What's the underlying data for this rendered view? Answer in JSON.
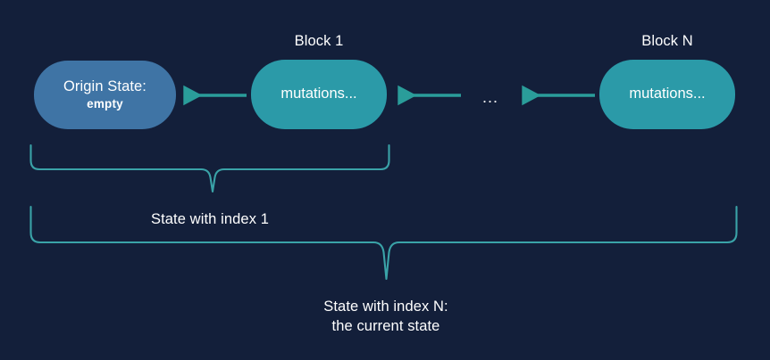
{
  "diagram": {
    "title": "Block chain state accumulation diagram",
    "background_color": "#131f3a",
    "colors": {
      "background": "#131f3a",
      "origin_node": "#3f74a5",
      "block_node": "#2b9aa8",
      "arrow": "#2a9d9a",
      "brace": "#3aa3a8",
      "text": "#ffffff"
    },
    "nodes": [
      {
        "id": "origin-state",
        "title": "Origin State:",
        "subtitle": "empty",
        "color": "#3f74a5"
      },
      {
        "id": "block-1",
        "caption": "Block 1",
        "label": "mutations...",
        "color": "#2b9aa8"
      },
      {
        "id": "block-n",
        "caption": "Block N",
        "label": "mutations...",
        "color": "#2b9aa8"
      }
    ],
    "ellipsis": "...",
    "arrows": [
      {
        "id": "arrow-block1-to-origin",
        "direction": "left"
      },
      {
        "id": "arrow-ellipsis-to-block1",
        "direction": "left"
      },
      {
        "id": "arrow-blockn-to-ellipsis",
        "direction": "left"
      }
    ],
    "braces": [
      {
        "id": "brace-state-1",
        "label": "State with index 1",
        "label_line_1": "State with index 1",
        "label_line_2": ""
      },
      {
        "id": "brace-state-n",
        "label": "State with index N: the current state",
        "label_line_1": "State with index N:",
        "label_line_2": "the current state"
      }
    ]
  }
}
